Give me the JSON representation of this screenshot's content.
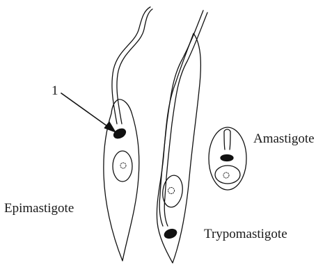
{
  "labels": {
    "epimastigote": "Epimastigote",
    "trypomastigote": "Trypomastigote",
    "amastigote": "Amastigote",
    "pointer": "1"
  },
  "colors": {
    "ink": "#111111",
    "background": "#ffffff"
  }
}
